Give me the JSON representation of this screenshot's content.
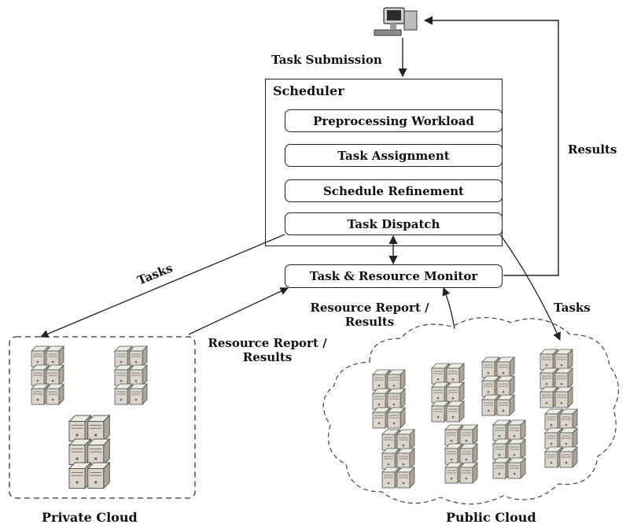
{
  "labels": {
    "task_submission": "Task Submission",
    "scheduler": "Scheduler",
    "results_right": "Results",
    "tasks_left": "Tasks",
    "tasks_right": "Tasks",
    "resource_report_left_line1": "Resource Report /",
    "resource_report_left_line2": "Results",
    "resource_report_center_line1": "Resource Report /",
    "resource_report_center_line2": "Results",
    "private_cloud": "Private Cloud",
    "public_cloud": "Public Cloud"
  },
  "scheduler_steps": [
    "Preprocessing Workload",
    "Task Assignment",
    "Schedule Refinement",
    "Task Dispatch"
  ],
  "monitor": "Task & Resource Monitor",
  "icons": {
    "user": "desktop-computer-icon",
    "server": "server-rack-icon"
  },
  "colors": {
    "server_fill": "#d9d6cc",
    "server_shade": "#b9b5a8",
    "line": "#222222"
  }
}
